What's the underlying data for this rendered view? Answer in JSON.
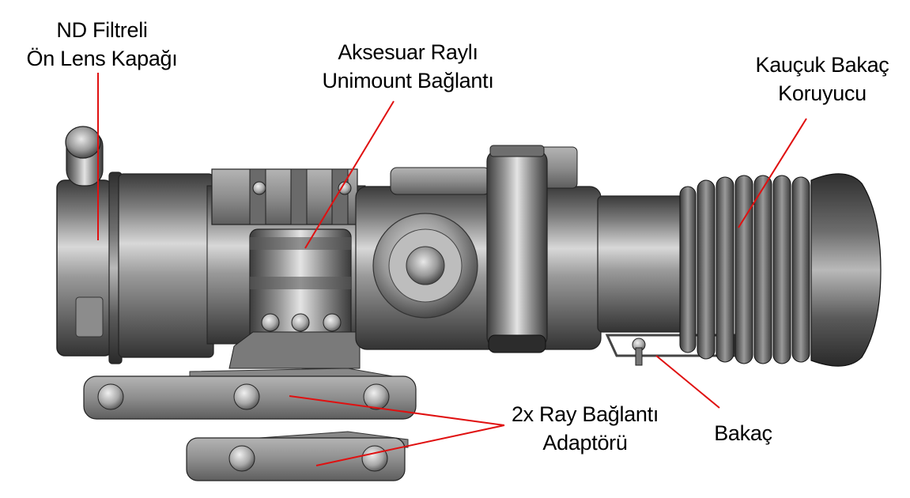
{
  "labels": {
    "nd_filter": {
      "line1": "ND Filtreli",
      "line2": "Ön Lens Kapağı"
    },
    "accessory_rail": {
      "line1": "Aksesuar Raylı",
      "line2": "Unimount Bağlantı"
    },
    "rubber_eyecup": {
      "line1": "Kauçuk Bakaç",
      "line2": "Koruyucu"
    },
    "rail_adapter": {
      "line1": "2x Ray Bağlantı",
      "line2": "Adaptörü"
    },
    "eyepiece": {
      "line1": "Bakaç"
    }
  },
  "colors": {
    "leader_line": "#e01010",
    "text": "#000000",
    "metal_dark": "#3f3f3f",
    "metal_mid": "#8a8a8a",
    "metal_light": "#d6d6d6"
  }
}
